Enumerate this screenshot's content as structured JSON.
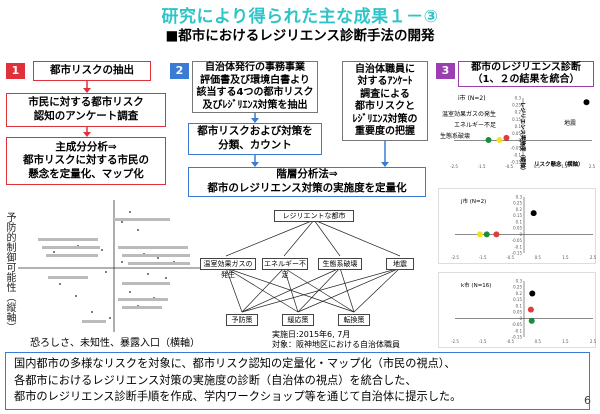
{
  "header": {
    "title": "研究により得られた主な成果１－③",
    "subtitle": "■都市におけるレジリエンス診断手法の開発"
  },
  "step1": {
    "number": "1",
    "boxes": [
      "都市リスクの抽出",
      "市民に対する都市リスク\n認知のアンケート調査",
      "主成分分析⇒\n都市リスクに対する市民の\n懸念を定量化、マップ化"
    ]
  },
  "step2": {
    "number": "2",
    "box_left": "自治体発行の事務事業\n評価書及び環境白書より\n該当する4つの都市リスク\n及びﾚｼﾞﾘｴﾝｽ対策を抽出",
    "box_right": "自治体職員に\n対するｱﾝｹｰﾄ\n調査による\n都市リスクと\nﾚｼﾞﾘｴﾝｽ対策の\n重要度の把握",
    "box_middle": "都市リスクおよび対策を\n分類、カウント",
    "box_bottom": "階層分析法⇒\n都市のレジリエンス対策の実施度を定量化"
  },
  "step3": {
    "number": "3",
    "box": "都市のレジリエンス診断\n（1、２の結果を統合）",
    "chart1_labels": {
      "city": "i市 (N=2)",
      "resilience_axis": "レジリエンス実施度（縦軸）",
      "risk_axis": "リスク懸念（横軸）",
      "earthquake": "地震",
      "heat_island": "温室効果ガスの発生",
      "energy": "エネルギー不足",
      "ecosystem": "生態系破壊"
    },
    "chart2_label": "j市 (N=2)",
    "chart3_label": "k市 (N=16)"
  },
  "pca_chart": {
    "y_title": "予防的制御可能性（縦軸）",
    "x_title": "恐ろしさ、未知性、暴露入口（横軸）"
  },
  "hierarchy": {
    "goal": "レジリエントな都市",
    "criteria": [
      "温室効果ガスの発生",
      "エネルギー不足",
      "生態系破壊",
      "地震"
    ],
    "alternatives": [
      "予防策",
      "緩応策",
      "転換策"
    ],
    "note_line1": "実施日:2015年6, 7月",
    "note_line2": "対象：阪神地区における自治体職員"
  },
  "summary": {
    "line1": "国内都市の多様なリスクを対象に、都市リスク認知の定量化・マップ化（市民の視点）、",
    "line2": "各都市におけるレジリエンス対策の実施度の診断（自治体の視点）を統合した、",
    "line3": "都市のレジリエンス診断手順を作成、学内ワークショップ等を通じて自治体に提示した。"
  },
  "page_number": "6",
  "colors": {
    "title": "#2ec4c8",
    "step1": "#e0303a",
    "step2": "#3a7bd5",
    "step3": "#9b3fb0"
  },
  "chart_data": [
    {
      "type": "scatter",
      "city": "i市",
      "xlim": [
        -2.5,
        2.5
      ],
      "ylim": [
        -0.15,
        0.3
      ],
      "x_ticks": [
        -2.5,
        -1.5,
        -0.5,
        0.5,
        1.5,
        2.5
      ],
      "y_ticks": [
        -0.15,
        -0.1,
        -0.05,
        0,
        0.05,
        0.1,
        0.15,
        0.2,
        0.25,
        0.3
      ],
      "points": [
        {
          "x": 2.3,
          "y": 0.27,
          "color": "#000000"
        },
        {
          "x": -0.6,
          "y": 0.02,
          "color": "#e23b3b"
        },
        {
          "x": -0.85,
          "y": 0.005,
          "color": "#f2e21e"
        },
        {
          "x": -1.25,
          "y": 0.005,
          "color": "#1a8d3a"
        }
      ]
    },
    {
      "type": "scatter",
      "city": "j市",
      "xlim": [
        -2.5,
        2.5
      ],
      "ylim": [
        -0.15,
        0.3
      ],
      "x_ticks": [
        -2.5,
        -1.5,
        -0.5,
        0.5,
        1.5,
        2.5
      ],
      "y_ticks": [
        -0.15,
        -0.1,
        -0.05,
        0,
        0.05,
        0.1,
        0.15,
        0.2,
        0.25,
        0.3
      ],
      "points": [
        {
          "x": 0.35,
          "y": 0.17,
          "color": "#000000"
        },
        {
          "x": -1.0,
          "y": 0.0,
          "color": "#e23b3b"
        },
        {
          "x": -1.6,
          "y": 0.0,
          "color": "#f2e21e"
        },
        {
          "x": -1.35,
          "y": 0.0,
          "color": "#1a8d3a"
        }
      ]
    },
    {
      "type": "scatter",
      "city": "k市",
      "xlim": [
        -2.5,
        2.5
      ],
      "ylim": [
        -0.15,
        0.3
      ],
      "x_ticks": [
        -2.5,
        -1.5,
        -0.5,
        0.5,
        1.5,
        2.5
      ],
      "y_ticks": [
        -0.15,
        -0.1,
        -0.05,
        0,
        0.05,
        0.1,
        0.15,
        0.2,
        0.25,
        0.3
      ],
      "points": [
        {
          "x": 0.3,
          "y": 0.2,
          "color": "#000000"
        },
        {
          "x": 0.25,
          "y": 0.07,
          "color": "#e23b3b"
        },
        {
          "x": 0.28,
          "y": -0.02,
          "color": "#1a8d3a"
        }
      ]
    }
  ]
}
